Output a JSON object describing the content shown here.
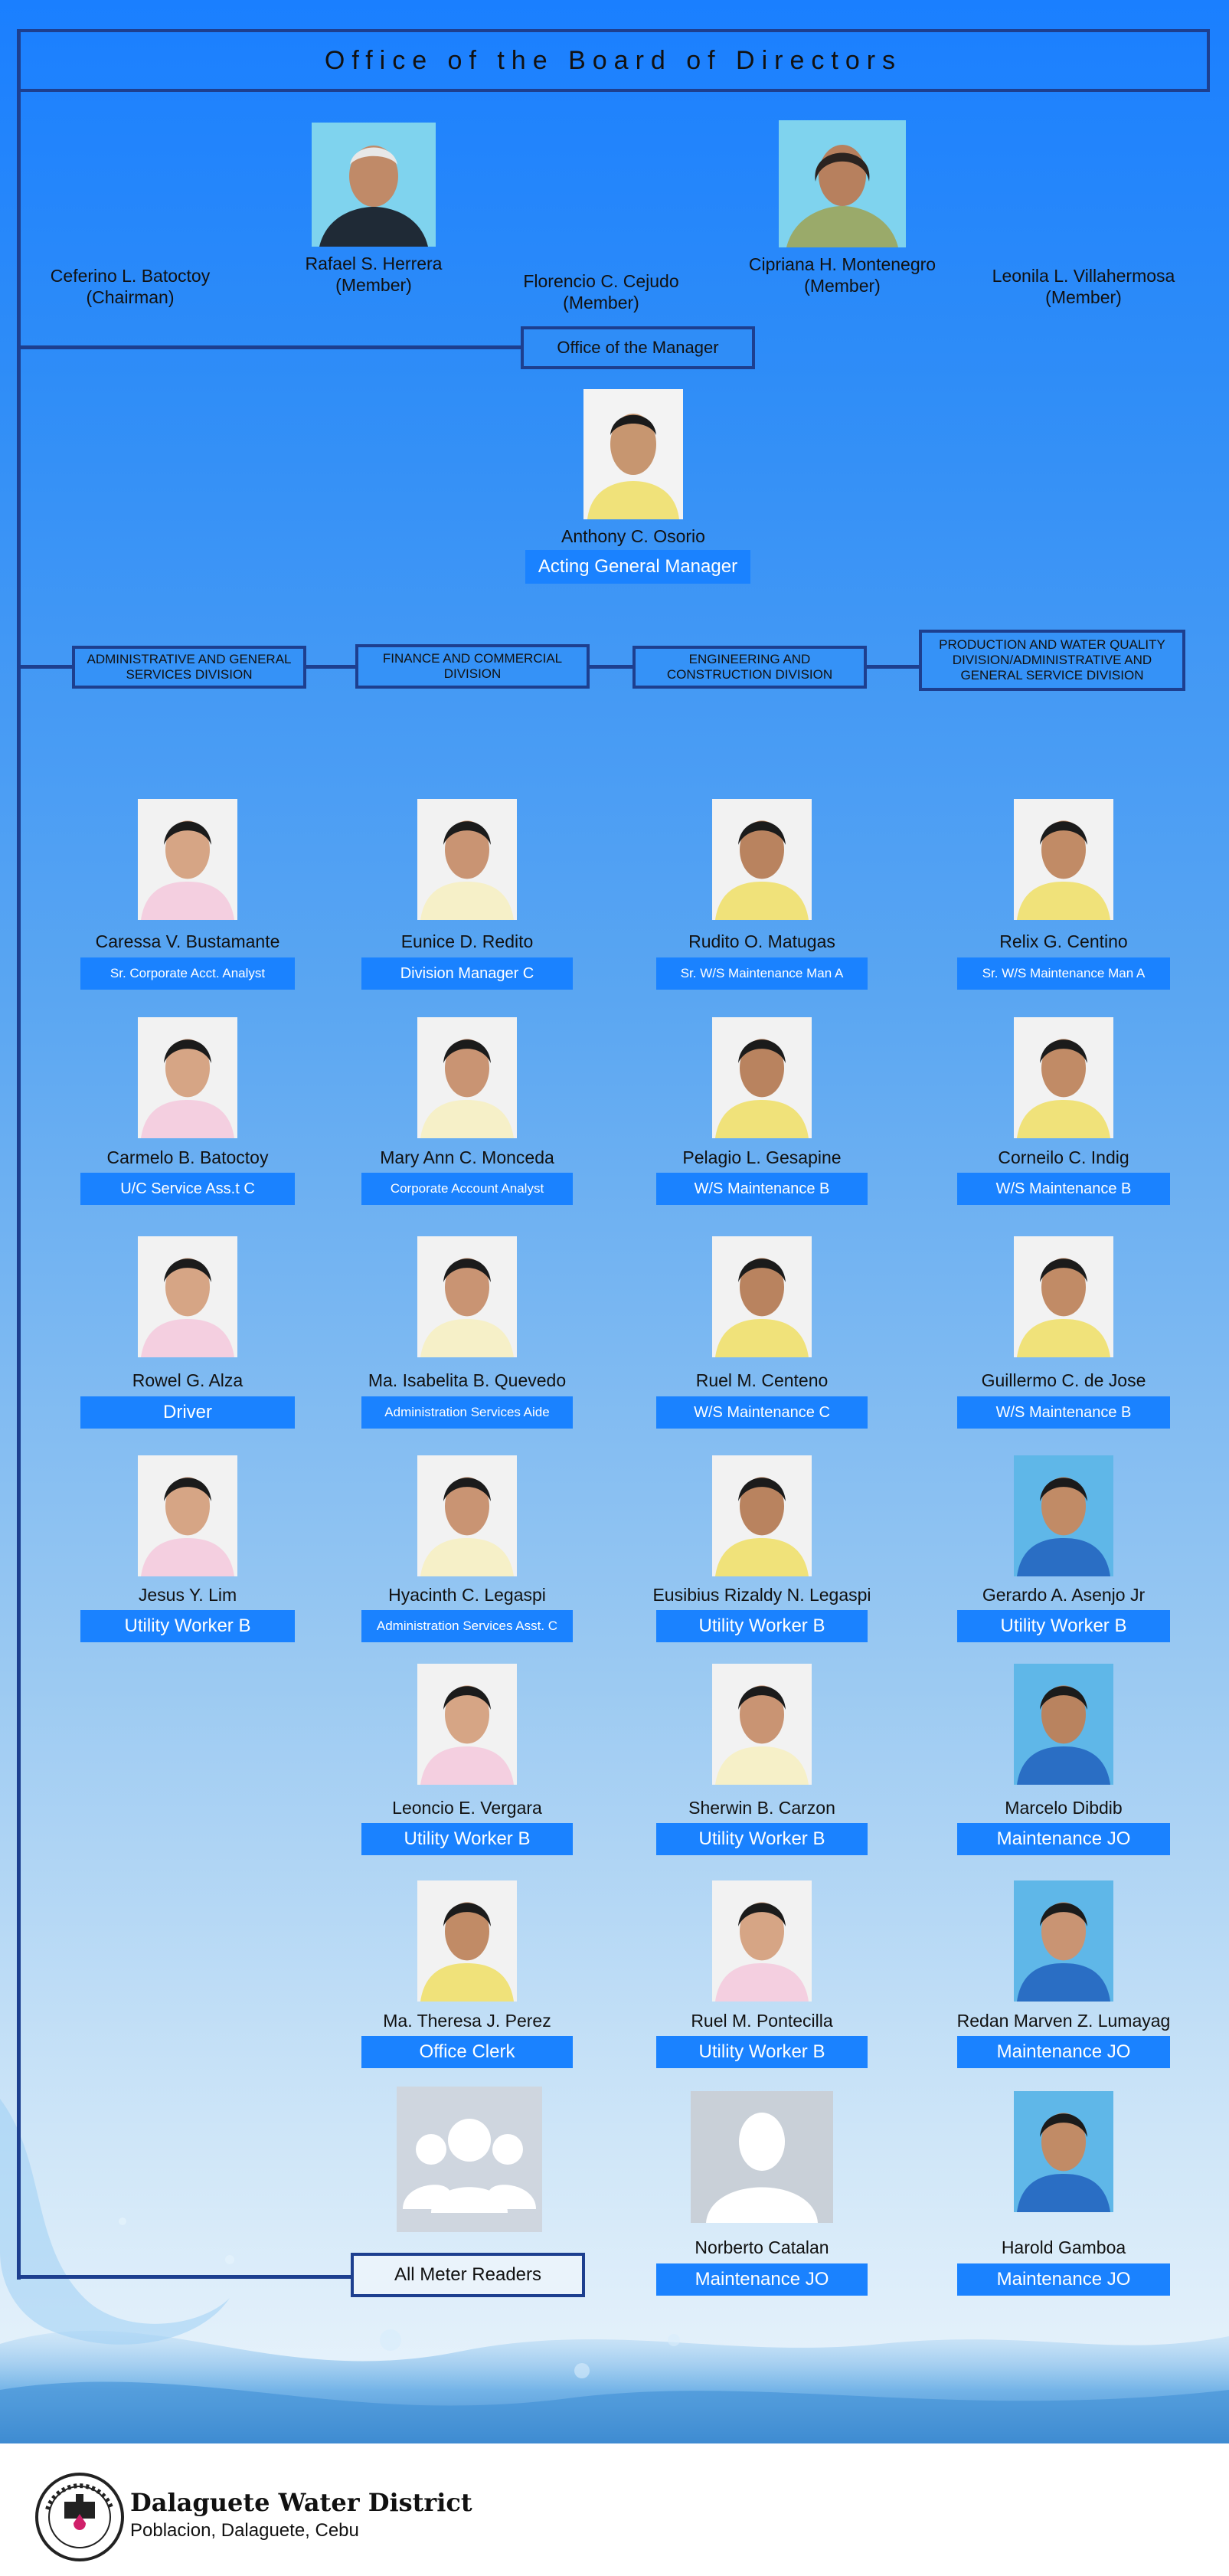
{
  "title": "Office of the Board of Directors",
  "board": [
    {
      "name": "Ceferino  L. Batoctoy",
      "role": "(Chairman)"
    },
    {
      "name": "Rafael S. Herrera",
      "role": "(Member)"
    },
    {
      "name": "Florencio C. Cejudo",
      "role": "(Member)"
    },
    {
      "name": "Cipriana H. Montenegro",
      "role": "(Member)"
    },
    {
      "name": "Leonila L. Villahermosa",
      "role": "(Member)"
    }
  ],
  "manager_office": "Office of the Manager",
  "manager": {
    "name": "Anthony C. Osorio",
    "position": "Acting General Manager"
  },
  "divisions": [
    "ADMINISTRATIVE AND GENERAL SERVICES DIVISION",
    "FINANCE AND COMMERCIAL DIVISION",
    "ENGINEERING AND CONSTRUCTION DIVISION",
    "PRODUCTION AND WATER QUALITY DIVISION/ADMINISTRATIVE AND  GENERAL SERVICE DIVISION"
  ],
  "staff": [
    {
      "name": "Caressa V. Bustamante",
      "position": "Sr. Corporate Acct. Analyst"
    },
    {
      "name": "Eunice D. Redito",
      "position": "Division Manager C"
    },
    {
      "name": "Rudito O. Matugas",
      "position": "Sr. W/S Maintenance Man A"
    },
    {
      "name": "Relix G. Centino",
      "position": "Sr. W/S Maintenance Man A"
    },
    {
      "name": "Carmelo B. Batoctoy",
      "position": "U/C Service Ass.t C"
    },
    {
      "name": "Mary Ann C. Monceda",
      "position": "Corporate Account  Analyst"
    },
    {
      "name": "Pelagio L. Gesapine",
      "position": "W/S Maintenance B"
    },
    {
      "name": "Corneilo C. Indig",
      "position": "W/S Maintenance B"
    },
    {
      "name": "Rowel G. Alza",
      "position": "Driver"
    },
    {
      "name": "Ma. Isabelita B. Quevedo",
      "position": "Administration Services Aide"
    },
    {
      "name": "Ruel M. Centeno",
      "position": "W/S Maintenance C"
    },
    {
      "name": "Guillermo C. de Jose",
      "position": "W/S Maintenance B"
    },
    {
      "name": "Jesus Y. Lim",
      "position": "Utility Worker B"
    },
    {
      "name": "Hyacinth C. Legaspi",
      "position": "Administration Services Asst. C"
    },
    {
      "name": "Eusibius Rizaldy N. Legaspi",
      "position": "Utility Worker B"
    },
    {
      "name": "Gerardo A. Asenjo Jr",
      "position": "Utility Worker B"
    },
    {
      "name": "Leoncio E. Vergara",
      "position": "Utility Worker B"
    },
    {
      "name": "Sherwin B. Carzon",
      "position": "Utility Worker B"
    },
    {
      "name": "Marcelo Dibdib",
      "position": "Maintenance JO"
    },
    {
      "name": "Ma. Theresa J. Perez",
      "position": "Office Clerk"
    },
    {
      "name": "Ruel M. Pontecilla",
      "position": "Utility Worker B"
    },
    {
      "name": "Redan Marven Z. Lumayag",
      "position": "Maintenance JO"
    },
    {
      "name": "Norberto Catalan",
      "position": "Maintenance JO"
    },
    {
      "name": "Harold Gamboa",
      "position": "Maintenance JO"
    }
  ],
  "meter_readers": "All Meter Readers",
  "footer": {
    "org": "Dalaguete Water District",
    "address": "Poblacion, Dalaguete, Cebu"
  }
}
